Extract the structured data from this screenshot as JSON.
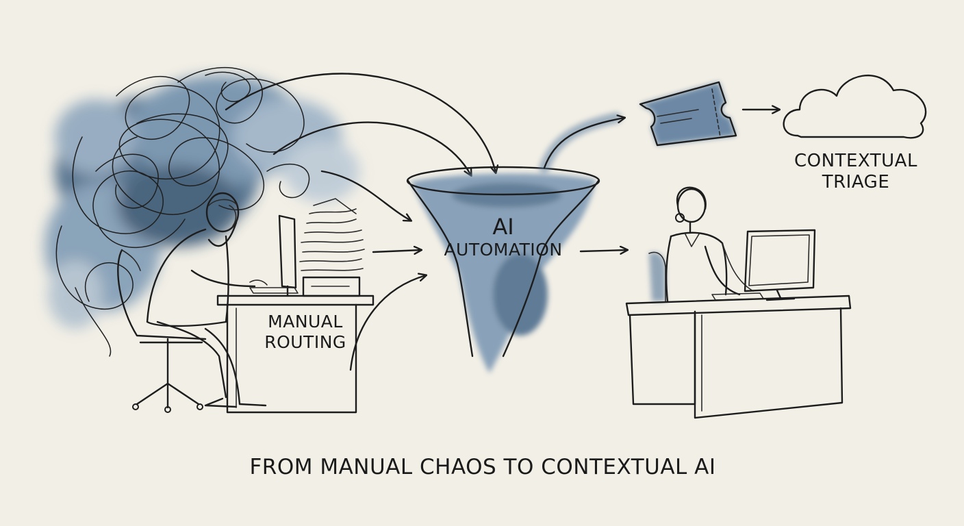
{
  "labels": {
    "manual": [
      "MANUAL",
      "ROUTING"
    ],
    "ai": [
      "AI",
      "AUTOMATION"
    ],
    "triage": [
      "CONTEXTUAL",
      "TRIAGE"
    ],
    "caption": "FROM MANUAL CHAOS TO CONTEXTUAL AI"
  },
  "colors": {
    "paper": "#f2efe6",
    "ink": "#1d1d1d",
    "wash": "#3f6486"
  }
}
